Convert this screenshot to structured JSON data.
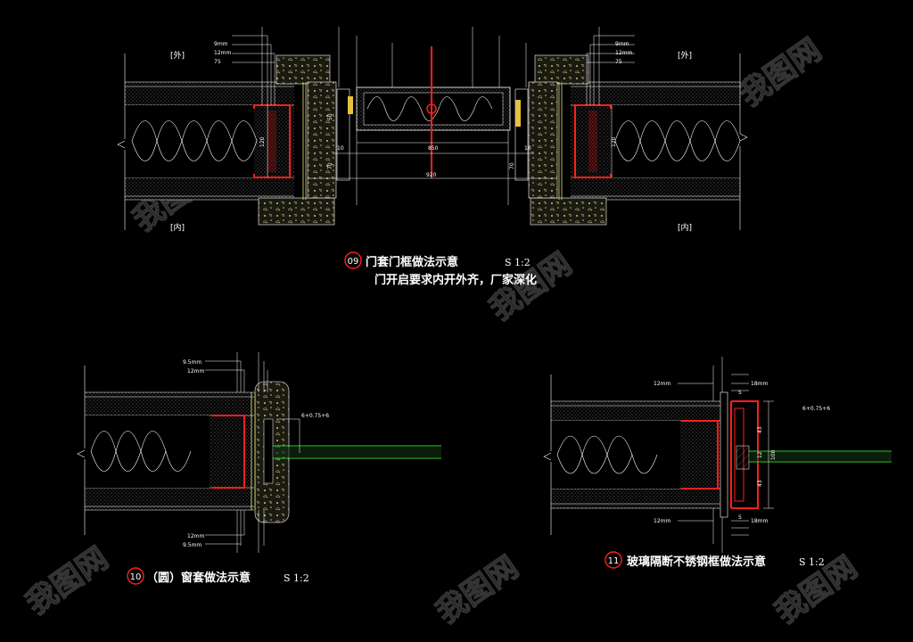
{
  "colors": {
    "background": "#000000",
    "wall": "#ff1e1e",
    "line": "#ffffff",
    "wood": "#e8e87a",
    "glass": "#2fd02f",
    "stone": "#c8c28a"
  },
  "detail09": {
    "label_out_left": "[外]",
    "label_out_right": "[外]",
    "label_in_left": "[内]",
    "label_in_right": "[内]",
    "number": "09",
    "title": "门套门框做法示意",
    "scale": "S 1:2",
    "subtitle": "门开启要求内开外齐，厂家深化",
    "left_layers": [
      "9mm",
      "12mm",
      "75"
    ],
    "right_layers": [
      "9mm",
      "12mm",
      "75"
    ],
    "dims": {
      "d120_left": "120",
      "d120_right": "120",
      "d50": "50",
      "d10a": "10",
      "d10b": "10",
      "d70a": "70",
      "d70b": "70",
      "d850": "850",
      "d920": "920"
    }
  },
  "detail10": {
    "number": "10",
    "title": "（圆）窗套做法示意",
    "scale": "S 1:2",
    "top_layers": [
      "9.5mm",
      "12mm"
    ],
    "bottom_layers": [
      "12mm",
      "9.5mm"
    ],
    "glass_note": "6+0.75+6"
  },
  "detail11": {
    "number": "11",
    "title": "玻璃隔断不锈钢框做法示意",
    "scale": "S 1:2",
    "top_layer": "12mm",
    "bottom_layer": "12mm",
    "top_steel": "18mm",
    "bottom_steel": "18mm",
    "glass_note": "6+0.75+6",
    "dims": {
      "d5a": "5",
      "d5b": "5",
      "d100": "100",
      "d12": "12",
      "d43a": "43",
      "d43b": "43"
    }
  }
}
